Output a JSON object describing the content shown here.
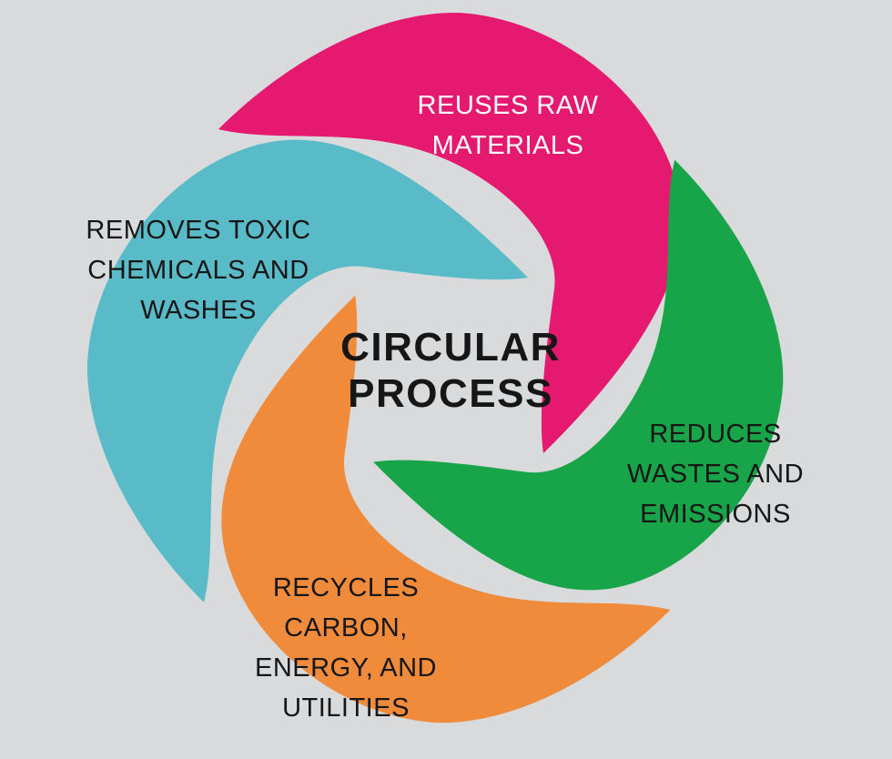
{
  "background_color": "#D9DADB",
  "title": {
    "text": "CIRCULAR\nPROCESS",
    "color": "#161616"
  },
  "arms": [
    {
      "name": "reuses",
      "label": "REUSES RAW\nMATERIALS",
      "color": "#E5196F",
      "text_color": "#FFFFFF"
    },
    {
      "name": "reduces",
      "label": "REDUCES\nWASTES AND\nEMISSIONS",
      "color": "#18A449",
      "text_color": "#161616"
    },
    {
      "name": "recycles",
      "label": "RECYCLES\nCARBON,\nENERGY, AND\nUTILITIES",
      "color": "#F08B3C",
      "text_color": "#161616"
    },
    {
      "name": "removes",
      "label": "REMOVES TOXIC\nCHEMICALS AND\nWASHES",
      "color": "#5ABBC8",
      "text_color": "#161616"
    }
  ]
}
